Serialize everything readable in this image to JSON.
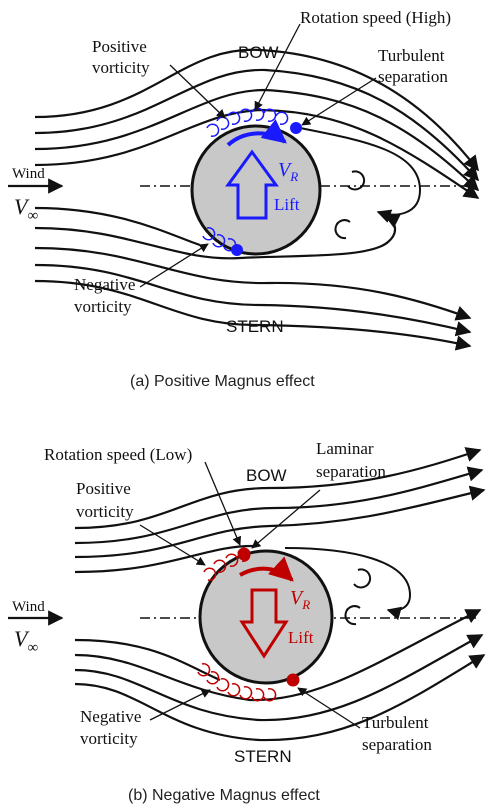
{
  "panel_a": {
    "rotation_label": "Rotation speed (High)",
    "positive_vorticity": [
      "Positive",
      "vorticity"
    ],
    "bow": "BOW",
    "turbulent_separation": [
      "Turbulent",
      "separation"
    ],
    "wind": "Wind",
    "v_symbol": "V",
    "v_subscript": "∞",
    "vr_symbol": "V",
    "vr_subscript": "R",
    "lift": "Lift",
    "negative_vorticity": [
      "Negative",
      "vorticity"
    ],
    "stern": "STERN",
    "caption": "(a)  Positive Magnus effect",
    "accent_color": "#1a1aff"
  },
  "panel_b": {
    "rotation_label": "Rotation speed (Low)",
    "bow": "BOW",
    "laminar_separation": [
      "Laminar",
      "separation"
    ],
    "positive_vorticity": [
      "Positive",
      "vorticity"
    ],
    "wind": "Wind",
    "v_symbol": "V",
    "v_subscript": "∞",
    "vr_symbol": "V",
    "vr_subscript": "R",
    "lift": "Lift",
    "negative_vorticity": [
      "Negative",
      "vorticity"
    ],
    "stern": "STERN",
    "turbulent_separation": [
      "Turbulent",
      "separation"
    ],
    "caption": "(b)  Negative Magnus effect",
    "accent_color": "#c00000"
  },
  "colors": {
    "cylinder_fill": "#c8c8c8",
    "stroke": "#111111",
    "blue": "#1a1aff",
    "red": "#c00000"
  }
}
